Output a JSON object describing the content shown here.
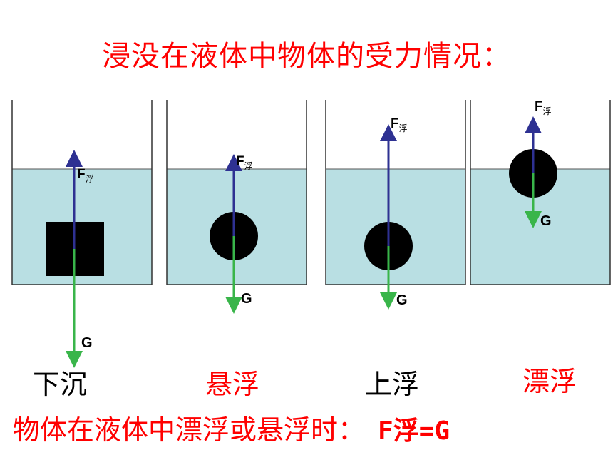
{
  "title": "浸没在液体中物体的受力情况：",
  "force_labels": {
    "buoyancy_main": "F",
    "buoyancy_sub": "浮",
    "gravity": "G"
  },
  "states": [
    {
      "id": "sink",
      "label": "下沉",
      "label_color": "#000000"
    },
    {
      "id": "suspend",
      "label": "悬浮",
      "label_color": "#ff0000"
    },
    {
      "id": "rise",
      "label": "上浮",
      "label_color": "#000000"
    },
    {
      "id": "float",
      "label": "漂浮",
      "label_color": "#ff0000"
    }
  ],
  "conclusion": {
    "text": "物体在液体中漂浮或悬浮时：",
    "formula": "F浮=G"
  },
  "colors": {
    "water": "#b9dfe3",
    "object": "#000000",
    "buoyancy_arrow": "#2e3192",
    "gravity_arrow": "#39b54a",
    "accent": "#ff0000"
  }
}
